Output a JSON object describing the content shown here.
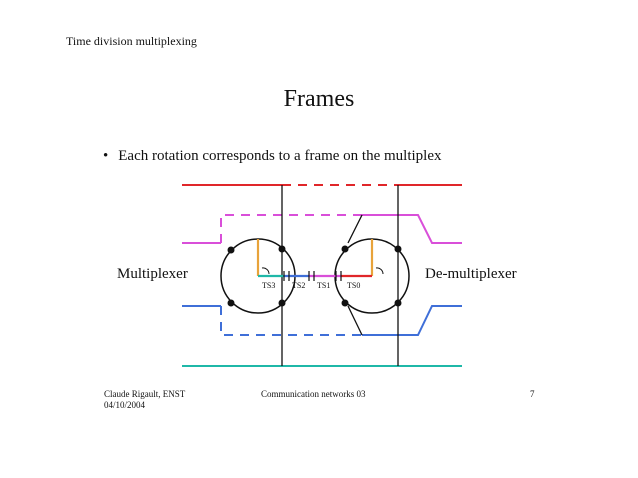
{
  "header": {
    "text": "Time division multiplexing"
  },
  "title": "Frames",
  "bullet": {
    "symbol": "•",
    "text": "Each rotation corresponds to a frame on the multiplex"
  },
  "diagram": {
    "mux_label": "Multiplexer",
    "demux_label": "De-multiplexer",
    "timeslots": [
      "TS3",
      "TS2",
      "TS1",
      "TS0"
    ],
    "colors": {
      "red": "#e0262a",
      "magenta": "#d94fd9",
      "blue": "#3f6fd8",
      "teal": "#1fb8a8",
      "orange": "#e8a33a"
    }
  },
  "footer": {
    "author": "Claude Rigault, ENST",
    "date": "04/10/2004",
    "course": "Communication networks 03",
    "page": "7"
  }
}
